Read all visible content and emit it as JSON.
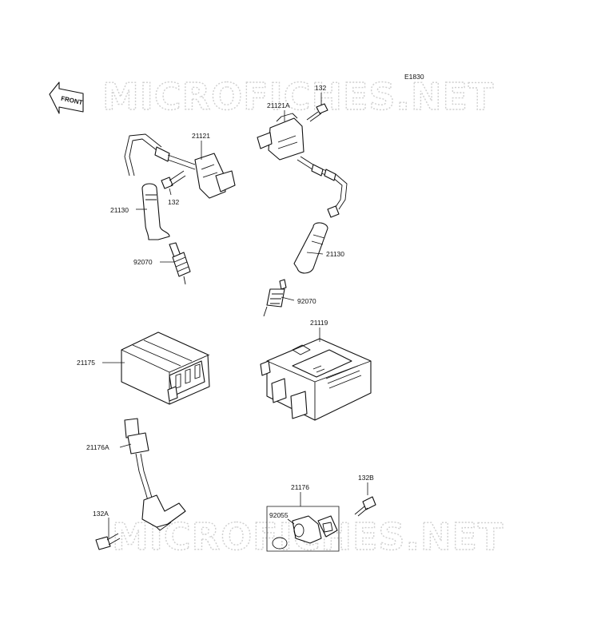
{
  "diagram": {
    "code": "E1830",
    "front_label": "FRONT",
    "watermark_top": "MICROFICHES.NET",
    "watermark_bottom": "MICROFICHES.NET"
  },
  "labels": {
    "p132_top": "132",
    "p21121A": "21121A",
    "p21121": "21121",
    "p132_left": "132",
    "p21130_left": "21130",
    "p92070_left": "92070",
    "p21130_right": "21130",
    "p92070_right": "92070",
    "p21119": "21119",
    "p21175": "21175",
    "p21176A": "21176A",
    "p132A": "132A",
    "p21176": "21176",
    "p132B": "132B",
    "p92055": "92055"
  }
}
